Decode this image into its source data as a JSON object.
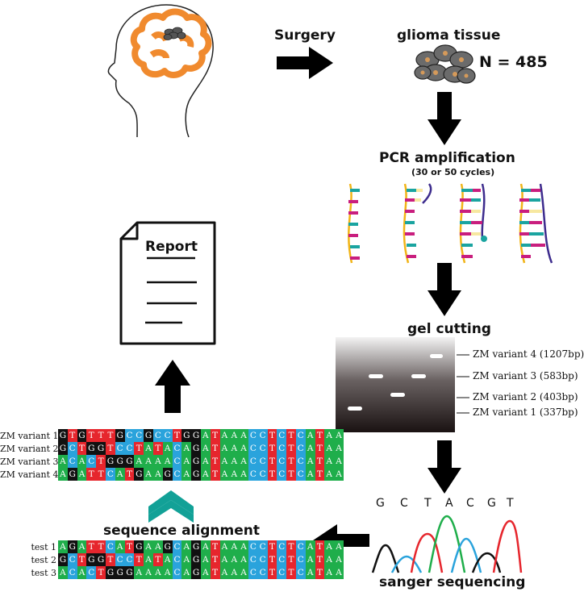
{
  "labels": {
    "surgery": "Surgery",
    "glioma_tissue": "glioma tissue",
    "n": "N = 485",
    "pcr": "PCR amplification",
    "cycles": "(30 or 50 cycles)",
    "gel": "gel cutting",
    "report": "Report",
    "sequence_alignment": "sequence alignment",
    "sanger": "sanger sequencing"
  },
  "gel_bands": [
    "ZM variant 4 (1207bp)",
    "ZM variant 3 (583bp)",
    "ZM variant 2 (403bp)",
    "ZM variant 1 (337bp)"
  ],
  "chromatogram_bases": [
    "G",
    "C",
    "T",
    "A",
    "C",
    "G",
    "T"
  ],
  "reference_alignment": [
    {
      "name": "ZM variant 1",
      "seq": "GTGTTTGCCGCCTGGATAAACCTCTCATAA"
    },
    {
      "name": "ZM variant 2",
      "seq": "GCTGGTCCTATACAGATAAACCTCTCATAA"
    },
    {
      "name": "ZM variant 3",
      "seq": "ACACTGGGAAAACAGATAAACCTCTCATAA"
    },
    {
      "name": "ZM variant 4",
      "seq": "AGATTCATGAAGCAGATAAACCTCTCATAA"
    }
  ],
  "test_alignment": [
    {
      "name": "test 1",
      "seq": "AGATTCATGAAGCAGATAAACCTCTCATAA"
    },
    {
      "name": "test 2",
      "seq": "GCTGGTCCTATACAGATAAACCTCTCATAA"
    },
    {
      "name": "test 3",
      "seq": "ACACTGGGAAAACAGATAAACCTCTCATAA"
    }
  ]
}
